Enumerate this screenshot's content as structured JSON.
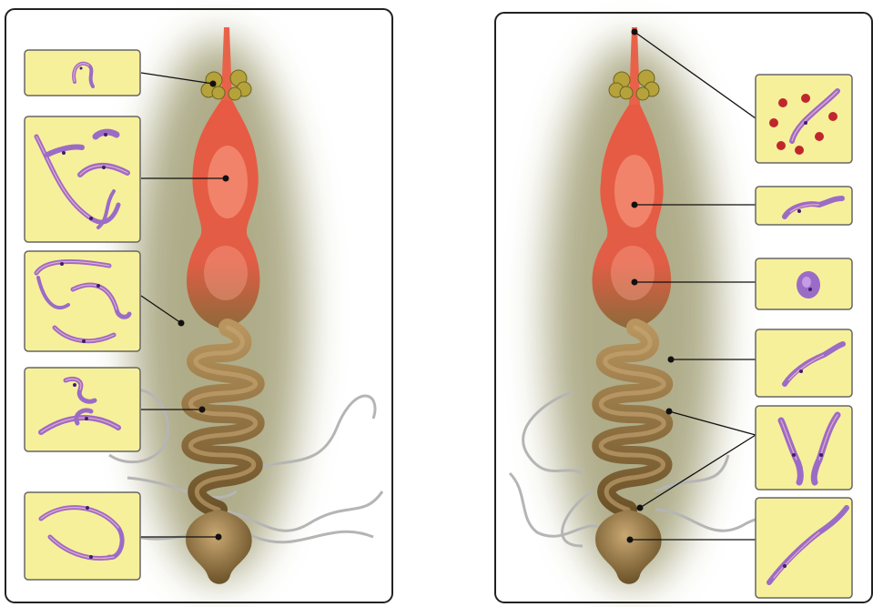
{
  "figure": {
    "panels": [
      {
        "id": "left",
        "description_hidden": "",
        "stage_boxes": [
          {
            "stage": "metacyclic-trypomastigote-icon",
            "organs": "salivary-gland"
          },
          {
            "stage": "trypomastigotes-and-epimastigotes-icon",
            "organs": "crop"
          },
          {
            "stage": "long-trypomastigotes-icon",
            "organs": "proventriculus"
          },
          {
            "stage": "dividing-forms-icon",
            "organs": "midgut"
          },
          {
            "stage": "long-slender-forms-icon",
            "organs": "hindgut"
          }
        ]
      },
      {
        "id": "right",
        "stage_boxes": [
          {
            "stage": "trypomastigote-with-blood-cells-icon",
            "organs": "proboscis"
          },
          {
            "stage": "short-epimastigote-icon",
            "organs": "crop"
          },
          {
            "stage": "amastigote-icon",
            "organs": "midgut"
          },
          {
            "stage": "epimastigote-icon",
            "organs": "intestine"
          },
          {
            "stage": "dividing-epimastigotes-icon",
            "organs": "intestine-hindgut"
          },
          {
            "stage": "metacyclic-trypomastigote-icon",
            "organs": "rectum"
          }
        ]
      }
    ],
    "colors": {
      "box_fill": "#f7f09a",
      "box_stroke": "#666666",
      "organ_red": "#e0553f",
      "organ_brown": "#8c7044",
      "parasite": "#9b6cc6",
      "glow": "#6e6a2a",
      "panel_stroke": "#222222"
    }
  }
}
